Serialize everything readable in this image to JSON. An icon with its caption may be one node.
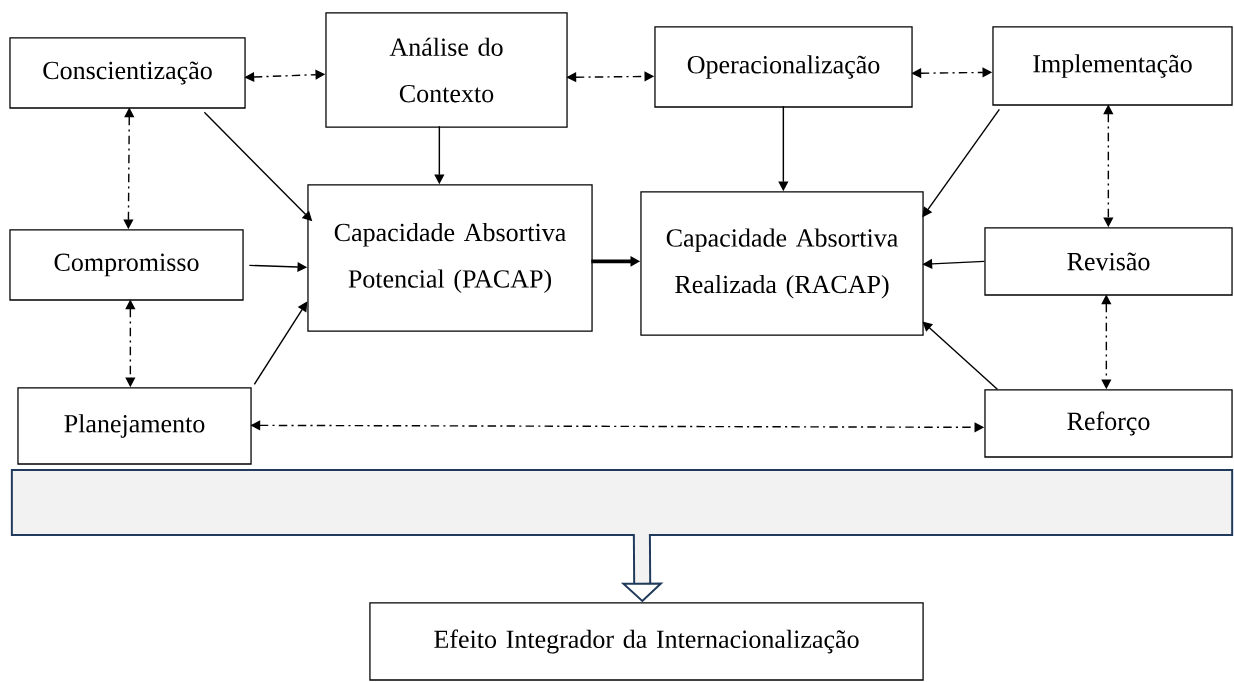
{
  "diagram": {
    "nodes": [
      {
        "text": [
          "Conscientização"
        ]
      },
      {
        "text": [
          "Análise do Contexto"
        ]
      },
      {
        "text": [
          "Operacionalização"
        ]
      },
      {
        "text": [
          "Implementação"
        ]
      },
      {
        "text": [
          "Compromisso"
        ]
      },
      {
        "text": [
          "Capacidade Absortiva Potencial (PACAP)"
        ]
      },
      {
        "text": [
          "Capacidade Absortiva Realizada (RACAP)"
        ]
      },
      {
        "text": [
          "Revisão"
        ]
      },
      {
        "text": [
          "Planejamento"
        ]
      },
      {
        "text": [
          "Reforço"
        ]
      },
      {
        "text": [],
        "shape": "box"
      },
      {
        "text": [
          "Efeito Integrador da Internacionalização"
        ]
      }
    ],
    "edges": [
      {
        "from": 0,
        "to": 1,
        "arrow": "both",
        "style": "dashed"
      },
      {
        "from": 1,
        "to": 2,
        "arrow": "both",
        "style": "dashed"
      },
      {
        "from": 2,
        "to": 3,
        "arrow": "both",
        "style": "dashed"
      },
      {
        "from": 0,
        "to": 4,
        "arrow": "both",
        "style": "dashed"
      },
      {
        "from": 4,
        "to": 8,
        "arrow": "both",
        "style": "dashed"
      },
      {
        "from": 3,
        "to": 7,
        "arrow": "both",
        "style": "dashed"
      },
      {
        "from": 7,
        "to": 9,
        "arrow": "both",
        "style": "dashed"
      },
      {
        "from": 8,
        "to": 9,
        "arrow": "both",
        "style": "dashed"
      },
      {
        "from": 0,
        "to": 5,
        "arrow": "to"
      },
      {
        "from": 1,
        "to": 5,
        "arrow": "to"
      },
      {
        "from": 4,
        "to": 5,
        "arrow": "to"
      },
      {
        "from": 8,
        "to": 5,
        "arrow": "to"
      },
      {
        "from": 5,
        "to": 6,
        "arrow": "to",
        "style": "thick"
      },
      {
        "from": 2,
        "to": 6,
        "arrow": "to"
      },
      {
        "from": 3,
        "to": 6,
        "arrow": "to"
      },
      {
        "from": 7,
        "to": 6,
        "arrow": "to"
      },
      {
        "from": 9,
        "to": 6,
        "arrow": "to"
      },
      {
        "from": 10,
        "to": 11,
        "arrow": "to",
        "style": "thick",
        "color": "#1f3a5a"
      }
    ]
  }
}
